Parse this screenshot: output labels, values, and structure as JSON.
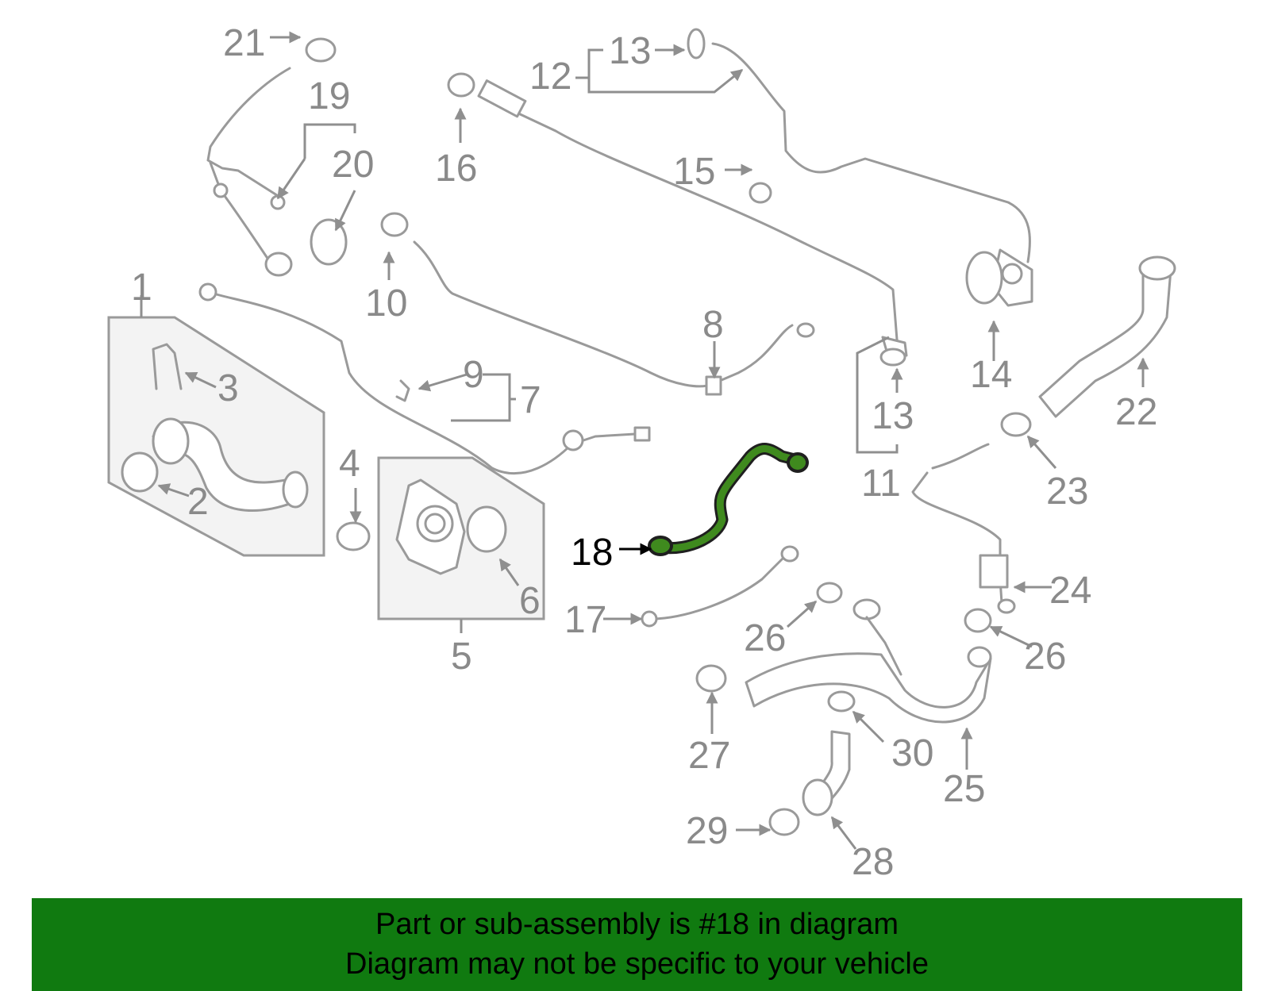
{
  "diagram": {
    "highlighted_part": "18",
    "highlight_color": "#3f8a1e",
    "callouts": {
      "c1": "1",
      "c2": "2",
      "c3": "3",
      "c4": "4",
      "c5": "5",
      "c6": "6",
      "c7": "7",
      "c8": "8",
      "c9": "9",
      "c10": "10",
      "c11": "11",
      "c12": "12",
      "c13a": "13",
      "c13b": "13",
      "c14": "14",
      "c15": "15",
      "c16": "16",
      "c17": "17",
      "c18": "18",
      "c19": "19",
      "c20": "20",
      "c21": "21",
      "c22": "22",
      "c23": "23",
      "c24": "24",
      "c25": "25",
      "c26a": "26",
      "c26b": "26",
      "c27": "27",
      "c28": "28",
      "c29": "29",
      "c30": "30"
    }
  },
  "footer": {
    "background": "#107a10",
    "line1": "Part or sub-assembly is #18 in diagram",
    "line2": "Diagram may not be specific to your vehicle"
  }
}
